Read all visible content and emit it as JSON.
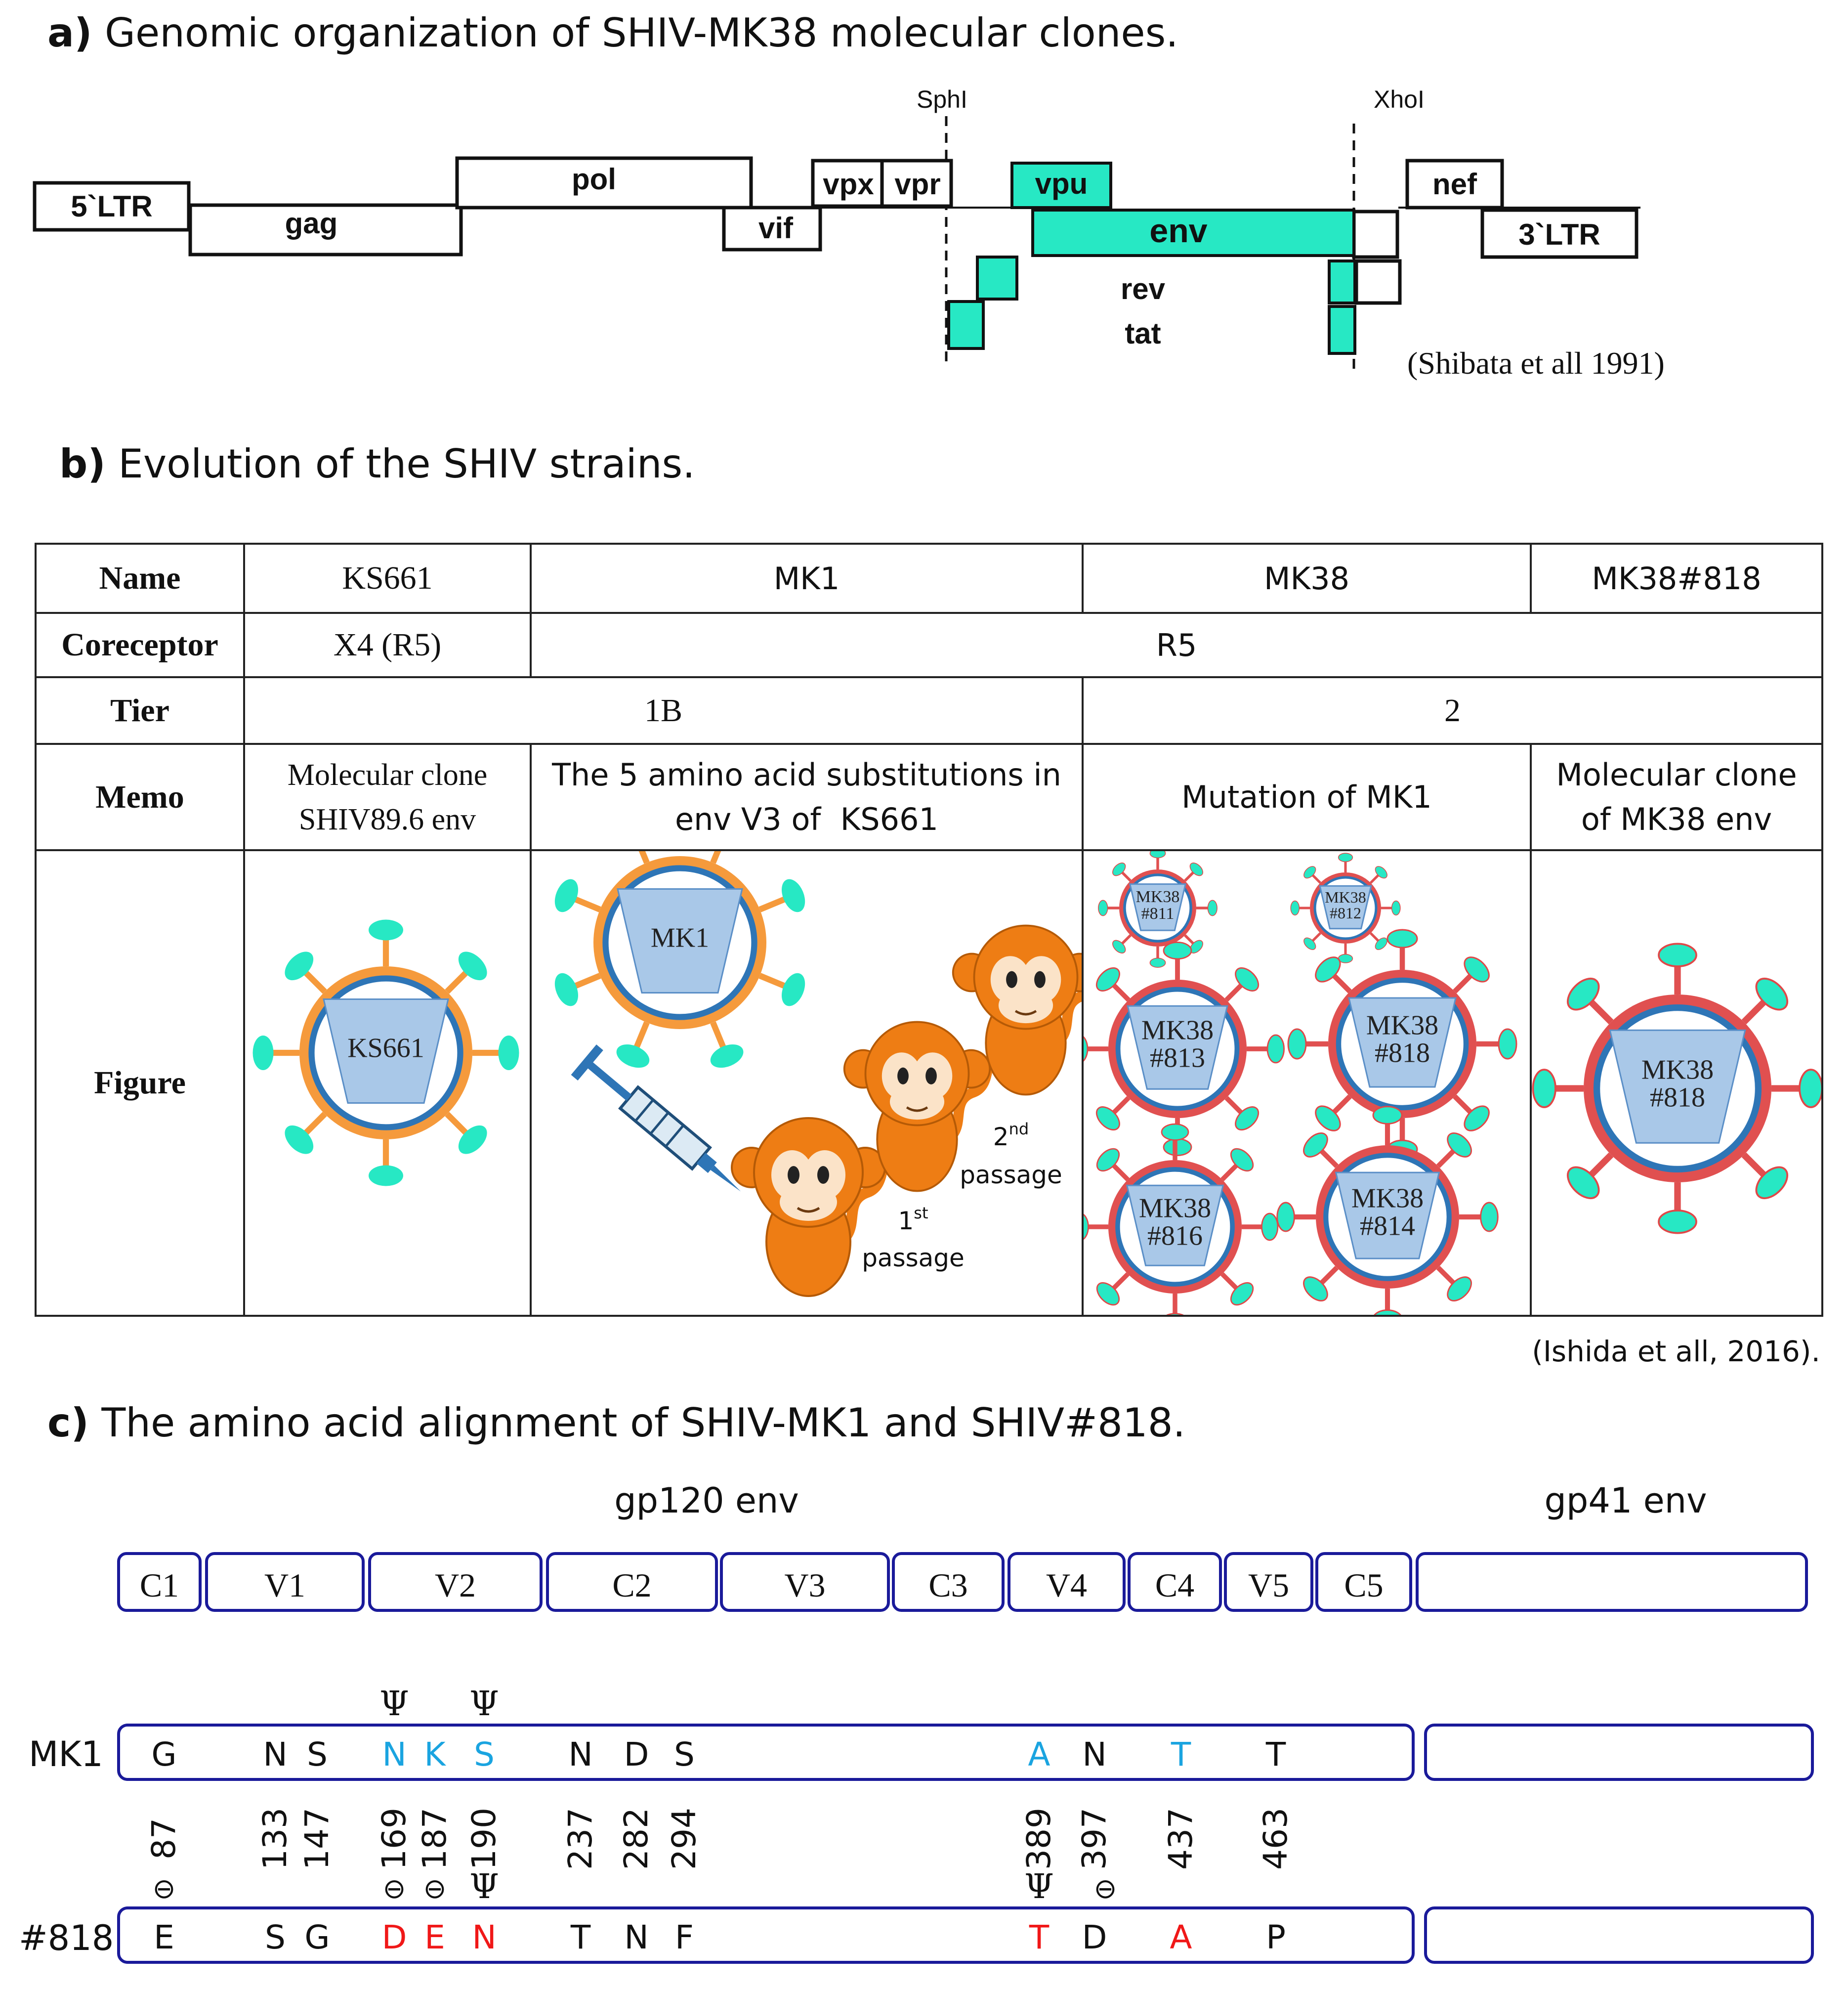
{
  "panel_a": {
    "letter": "a)",
    "title": "Genomic organization of SHIV-MK38 molecular clones.",
    "site_sphi": "SphI",
    "site_xhoi": "XhoI",
    "genes": {
      "ltr5": "5`LTR",
      "gag": "gag",
      "pol": "pol",
      "vif": "vif",
      "vpx": "vpx",
      "vpr": "vpr",
      "vpu": "vpu",
      "env": "env",
      "nef": "nef",
      "ltr3": "3`LTR",
      "rev": "rev",
      "tat": "tat"
    },
    "citation": "(Shibata et all 1991)",
    "highlight_color": "#27E8C4"
  },
  "panel_b": {
    "letter": "b)",
    "title": "Evolution of the SHIV strains.",
    "row_headers": {
      "name": "Name",
      "coreceptor": "Coreceptor",
      "tier": "Tier",
      "memo": "Memo",
      "figure": "Figure"
    },
    "names": [
      "KS661",
      "MK1",
      "MK38",
      "MK38#818"
    ],
    "coreceptor": [
      "X4 (R5)",
      "R5"
    ],
    "tier": [
      "1B",
      "2"
    ],
    "memo": {
      "ks661": [
        "Molecular clone",
        "SHIV89.6 env"
      ],
      "mk1": [
        "The 5 amino acid substitutions in",
        "env V3 of  KS661"
      ],
      "mk38": "Mutation of MK1",
      "mk38_818": [
        "Molecular clone",
        "of MK38 env"
      ]
    },
    "virus_labels": {
      "ks661": "KS661",
      "mk1": "MK1",
      "v811": [
        "MK38",
        "#811"
      ],
      "v812": [
        "MK38",
        "#812"
      ],
      "v813": [
        "MK38",
        "#813"
      ],
      "v818": [
        "MK38",
        "#818"
      ],
      "v816": [
        "MK38",
        "#816"
      ],
      "v814": [
        "MK38",
        "#814"
      ],
      "v818_big": [
        "MK38",
        "#818"
      ]
    },
    "passages": {
      "first_num": "1",
      "first_sup": "st",
      "first_word": "passage",
      "second_num": "2",
      "second_sup": "nd",
      "second_word": "passage"
    },
    "citation": "(Ishida et all, 2016)."
  },
  "panel_c": {
    "letter": "c)",
    "title": "The amino acid alignment of SHIV-MK1 and SHIV#818.",
    "gp120_label": "gp120 env",
    "gp41_label": "gp41 env",
    "regions": [
      "C1",
      "V1",
      "V2",
      "C2",
      "V3",
      "C3",
      "V4",
      "C4",
      "V5",
      "C5"
    ],
    "row_labels": {
      "mk1": "MK1",
      "s818": "#818"
    },
    "positions": [
      "87",
      "133",
      "147",
      "169",
      "187",
      "190",
      "237",
      "282",
      "294",
      "389",
      "397",
      "437",
      "463"
    ],
    "mk1_residues": [
      "G",
      "N",
      "S",
      "N",
      "K",
      "S",
      "N",
      "D",
      "S",
      "A",
      "N",
      "T",
      "T"
    ],
    "s818_residues": [
      "E",
      "S",
      "G",
      "D",
      "E",
      "N",
      "T",
      "N",
      "F",
      "T",
      "D",
      "A",
      "P"
    ],
    "psi_symbol": "Ψ",
    "minus_symbol": "⊖",
    "colors": {
      "blue": "#1AA4E0",
      "red": "#F01818",
      "box": "#1A1A9A"
    }
  }
}
